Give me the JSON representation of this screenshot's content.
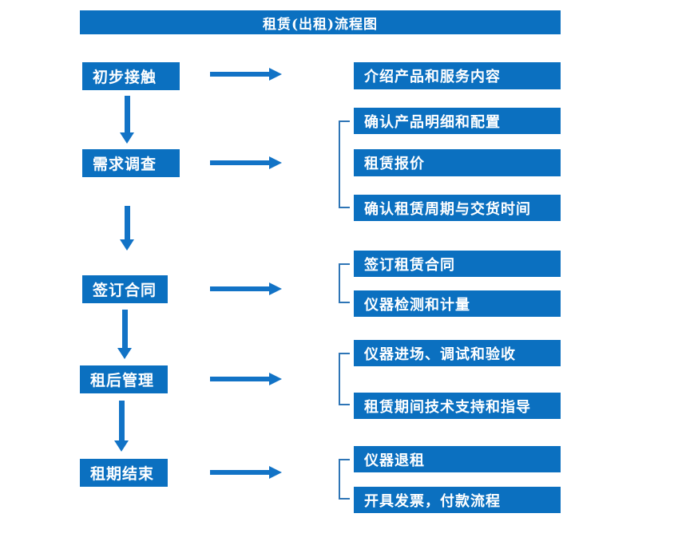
{
  "title": "租赁(出租)流程图",
  "colors": {
    "box_blue": "#0B70C0",
    "arrow_blue": "#1273C6",
    "bracket_blue": "#2E75B6",
    "text_white": "#FFFFFF",
    "background": "#FFFFFF"
  },
  "steps": [
    {
      "label": "初步接触",
      "details": [
        "介绍产品和服务内容"
      ]
    },
    {
      "label": "需求调查",
      "details": [
        "确认产品明细和配置",
        "租赁报价",
        "确认租赁周期与交货时间"
      ]
    },
    {
      "label": "签订合同",
      "details": [
        "签订租赁合同",
        "仪器检测和计量"
      ]
    },
    {
      "label": "租后管理",
      "details": [
        "仪器进场、调试和验收",
        "租赁期间技术支持和指导"
      ]
    },
    {
      "label": "租期结束",
      "details": [
        "仪器退租",
        "开具发票，付款流程"
      ]
    }
  ]
}
